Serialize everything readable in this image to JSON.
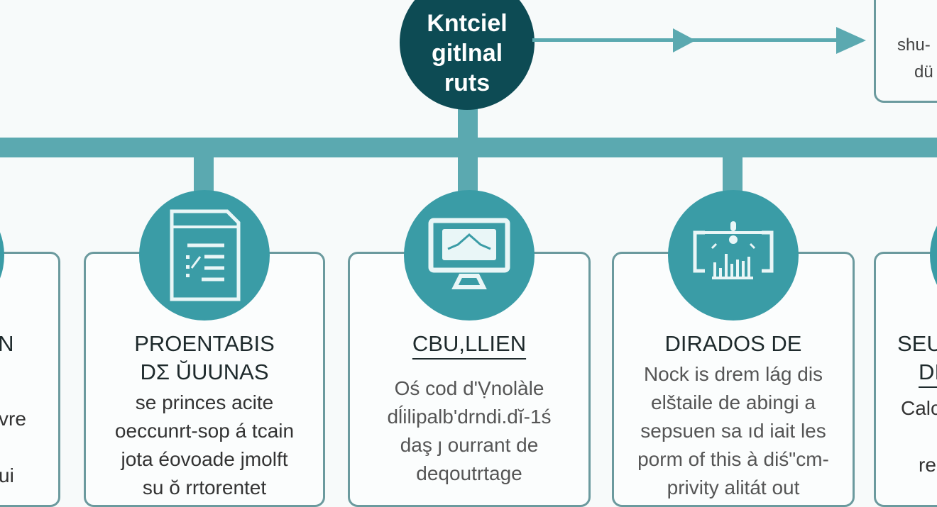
{
  "diagram": {
    "root_node": {
      "lines": [
        "Kntciel",
        "gitlnal",
        "ruts"
      ],
      "color": "#0d4b54"
    },
    "side_box": {
      "lines": [
        "shu-",
        "dü"
      ]
    },
    "connector_color": "#5ba9b0",
    "card_border_color": "#6b9a9e",
    "icon_bg_color": "#3a9ca6",
    "cards": [
      {
        "icon": "partial-circle-icon",
        "title_lines": [
          "ON"
        ],
        "body_lines": [
          "",
          "vre",
          "",
          "ui"
        ]
      },
      {
        "icon": "document-list-icon",
        "title_lines": [
          "PROENTABIS",
          "DΣ ŬUUNAS"
        ],
        "body_lines": [
          "se princes acite",
          "oeccunrt-sop á tcain",
          "jota éovoade jmolft",
          "su ŏ rrtorentet"
        ]
      },
      {
        "icon": "monitor-chart-icon",
        "title_lines": [
          "CBU,LLIEN"
        ],
        "body_lines": [
          "Oś cod d'Ṿnolàle",
          "dĺilipalb'drndi.dĭ-1ś",
          "daş ȷ ourrant de",
          "deqoutrtage"
        ]
      },
      {
        "icon": "analytics-dashboard-icon",
        "title_lines": [
          "DIRADOS DE"
        ],
        "body_lines": [
          "Nock is drem lág dis",
          "elštaile de abingi a",
          "sepsuen sa ıd iait les",
          "porm of this à diś\"cm-",
          "privity alitát out"
        ]
      },
      {
        "icon": "partial-circle-icon",
        "title_lines": [
          "SEU",
          "DI"
        ],
        "body_lines": [
          "Calc",
          "",
          "re"
        ]
      }
    ]
  }
}
